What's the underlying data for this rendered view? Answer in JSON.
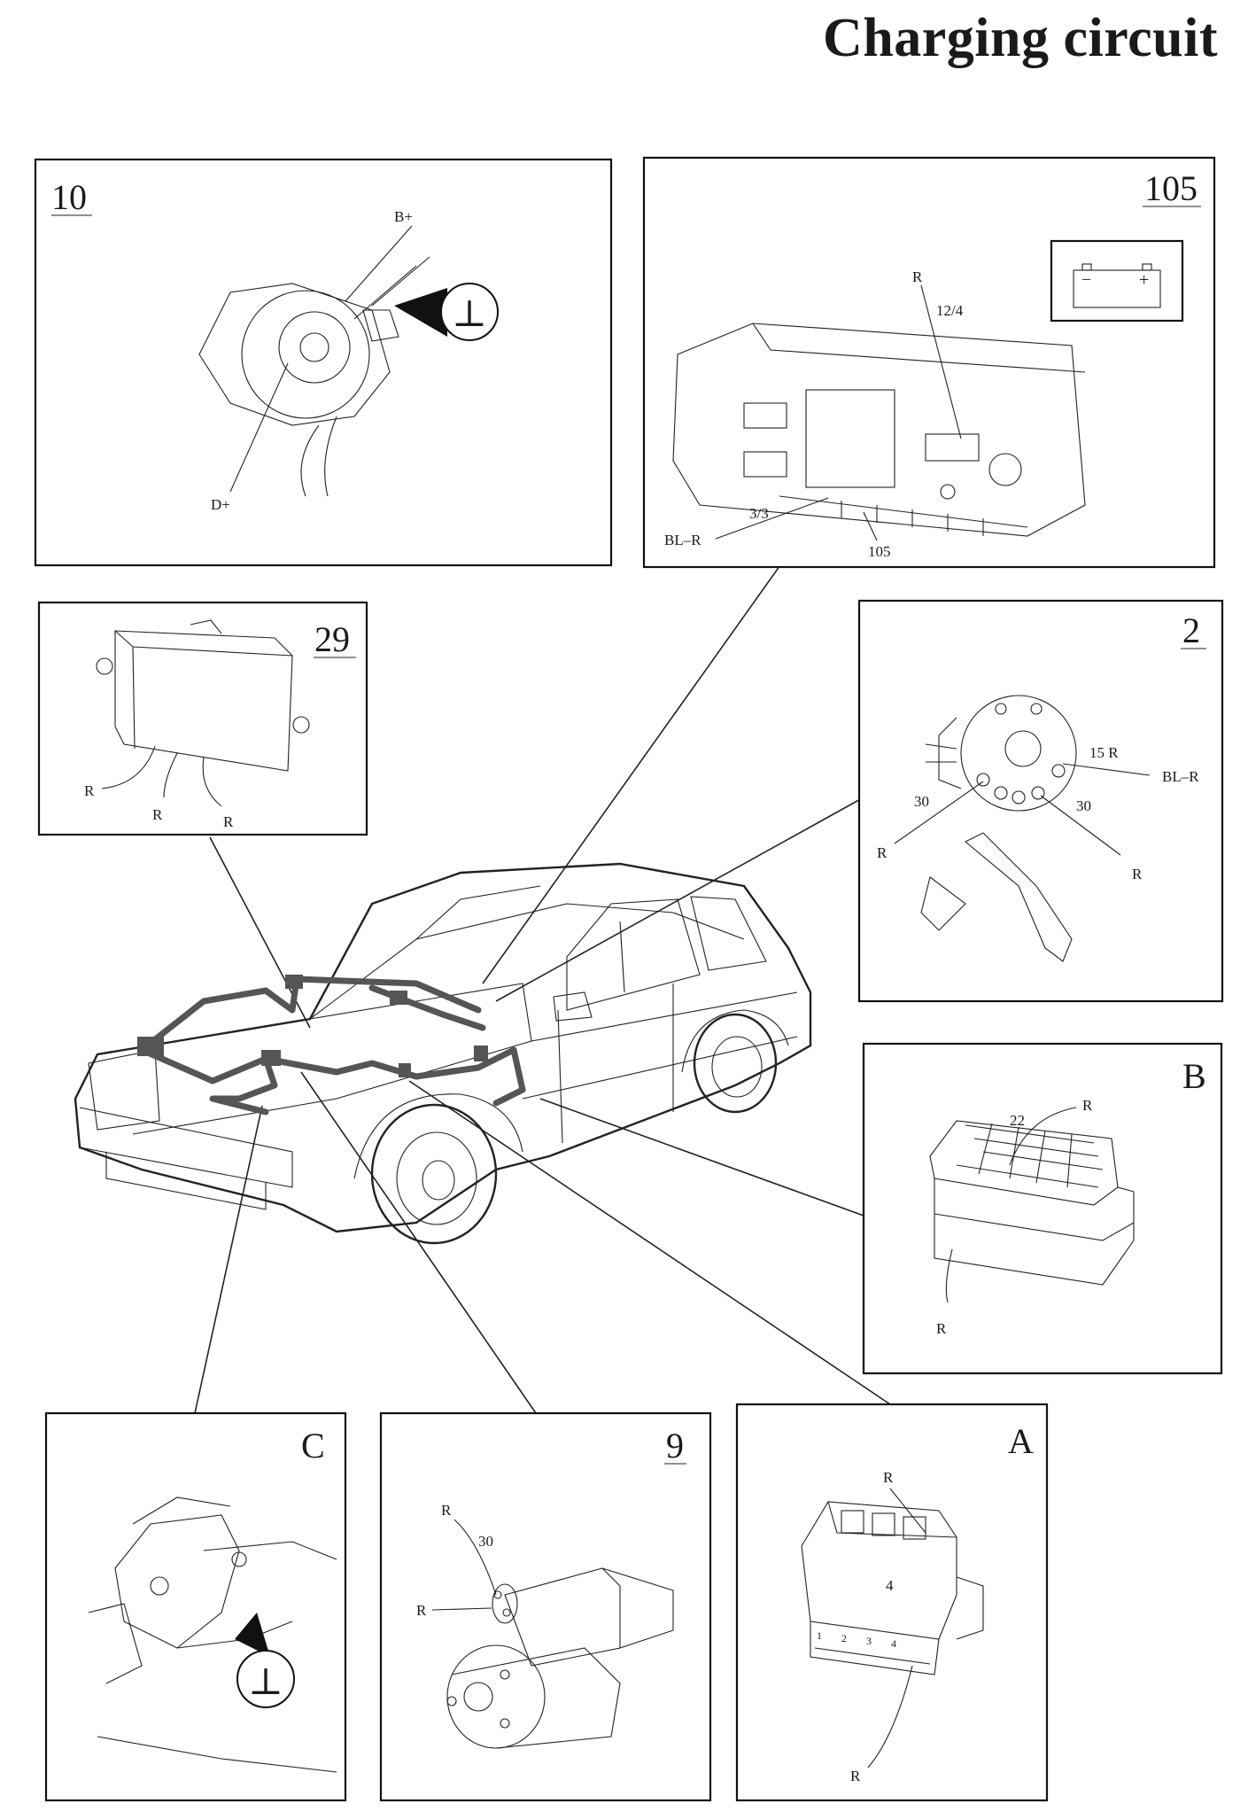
{
  "title": "Charging circuit",
  "panels": {
    "p10": {
      "id": "10",
      "labels": {
        "bplus": "B+",
        "dplus": "D+",
        "ground": "⊥"
      }
    },
    "p105": {
      "id": "105",
      "labels": {
        "r": "R",
        "pin": "12/4",
        "pin2": "3/3",
        "blr": "BL–R",
        "conn": "105"
      },
      "battery": {
        "minus": "–",
        "plus": "+"
      }
    },
    "p29": {
      "id": "29",
      "labels": {
        "r1": "R",
        "r2": "R",
        "r3": "R"
      }
    },
    "p2": {
      "id": "2",
      "labels": {
        "pin15": "15 R",
        "blr": "BL–R",
        "t30a": "30",
        "t30b": "30",
        "ra": "R",
        "rb": "R"
      }
    },
    "pB": {
      "id": "B",
      "labels": {
        "pin": "22",
        "rtop": "R",
        "rbot": "R"
      }
    },
    "pC": {
      "id": "C",
      "labels": {
        "ground": "⊥"
      }
    },
    "p9": {
      "id": "9",
      "labels": {
        "r1": "R",
        "t30": "30",
        "r2": "R"
      }
    },
    "pA": {
      "id": "A",
      "labels": {
        "rtop": "R",
        "pin": "4",
        "p1": "1",
        "p2": "2",
        "p3": "3",
        "p4": "4",
        "rbot": "R"
      }
    }
  }
}
